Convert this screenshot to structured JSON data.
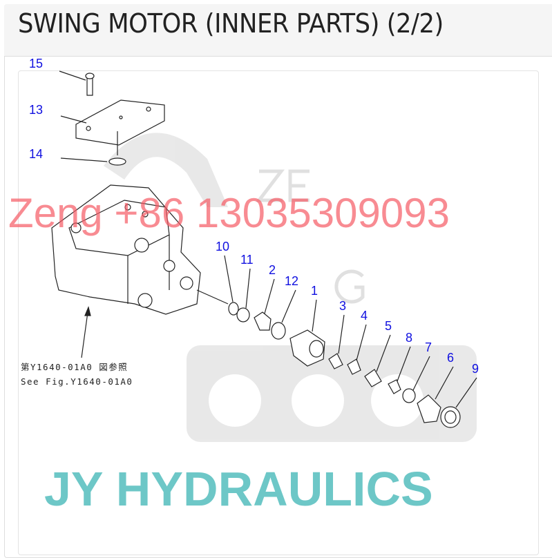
{
  "header": {
    "title": "SWING MOTOR (INNER PARTS) (2/2)"
  },
  "diagram": {
    "part_labels": [
      "15",
      "13",
      "14",
      "10",
      "11",
      "2",
      "12",
      "1",
      "3",
      "4",
      "5",
      "8",
      "7",
      "6",
      "9"
    ],
    "caption_jp": "第Y1640-01A0 図参照",
    "caption_en": "See Fig.Y1640-01A0",
    "label_color": "#1010e0"
  },
  "watermarks": {
    "phone": "Zeng +86 13035309093",
    "brand": "JY HYDRAULICS",
    "logo_letters": "ZE N G"
  }
}
